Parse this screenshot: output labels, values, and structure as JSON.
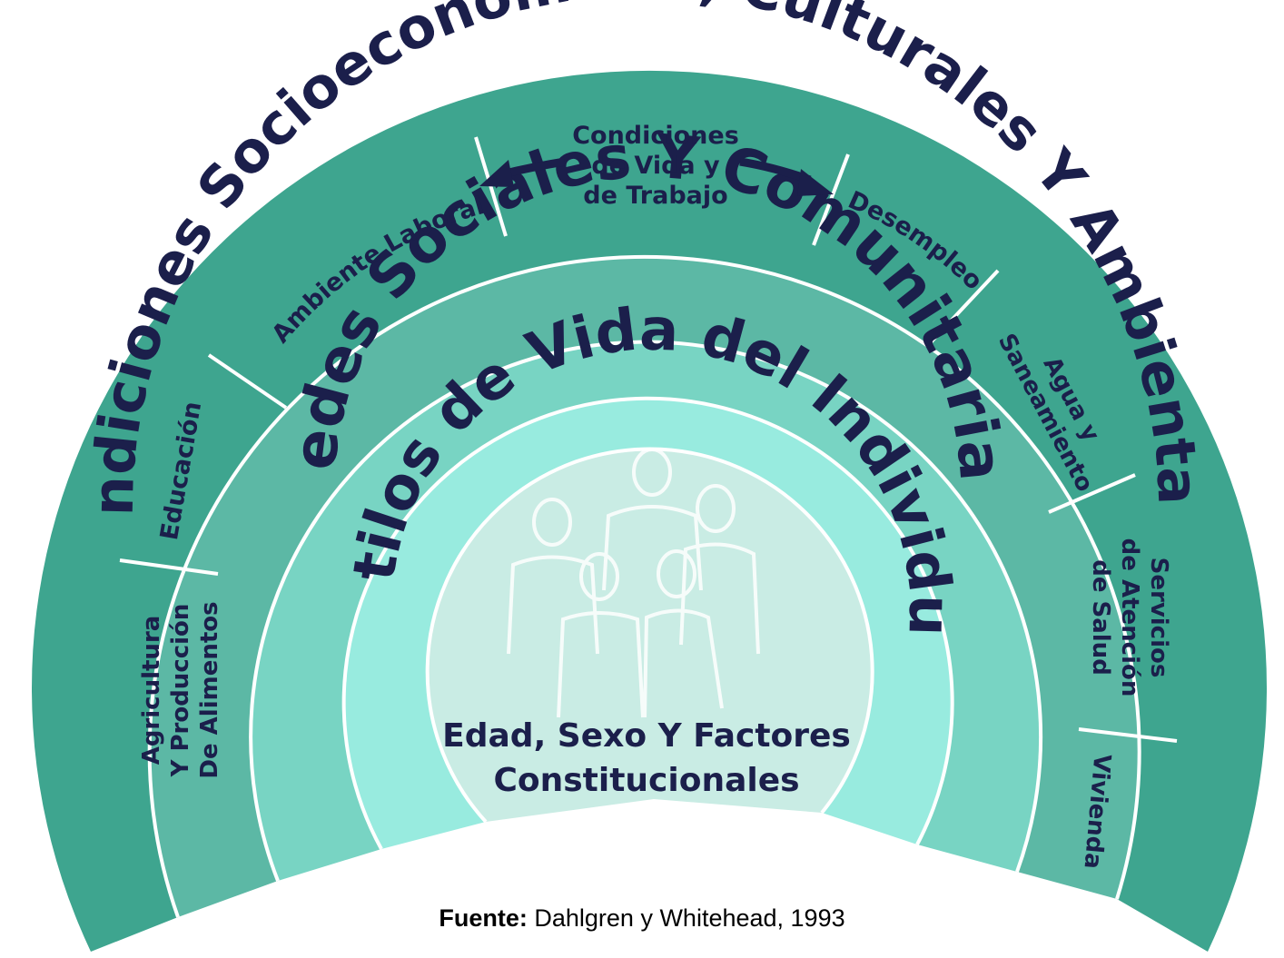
{
  "outer_ring": {
    "label": "Condiciones Socioeconómicos, Culturales Y Ambientales"
  },
  "middle_ring": {
    "center": {
      "lines": [
        "Condiciones",
        "de Vida y",
        "de Trabajo"
      ]
    },
    "left_segments": [
      {
        "lines": [
          "Agricultura",
          "Y Producción",
          "De Alimentos"
        ]
      },
      {
        "lines": [
          "Educación"
        ]
      },
      {
        "lines": [
          "Ambiente Laboral"
        ]
      }
    ],
    "right_segments": [
      {
        "lines": [
          "Desempleo"
        ]
      },
      {
        "lines": [
          "Agua y",
          "Saneamiento"
        ]
      },
      {
        "lines": [
          "Servicios",
          "de Atención",
          "de Salud"
        ]
      },
      {
        "lines": [
          "Vivienda"
        ]
      }
    ]
  },
  "social_ring": {
    "label": "Redes Sociales Y Comunitarias"
  },
  "lifestyle_ring": {
    "label": "Estilos de Vida del Individuo"
  },
  "core": {
    "lines": [
      "Edad, Sexo Y Factores",
      "Constitucionales"
    ]
  },
  "caption": {
    "prefix": "Fuente:",
    "text": " Dahlgren y Whitehead, 1993"
  },
  "colors": {
    "outer": "#3ea58f",
    "middle": "#5cb8a5",
    "social": "#78d4c3",
    "lifestyle": "#98ebdf",
    "core": "#c9ece4",
    "text": "#1b1f4b"
  }
}
